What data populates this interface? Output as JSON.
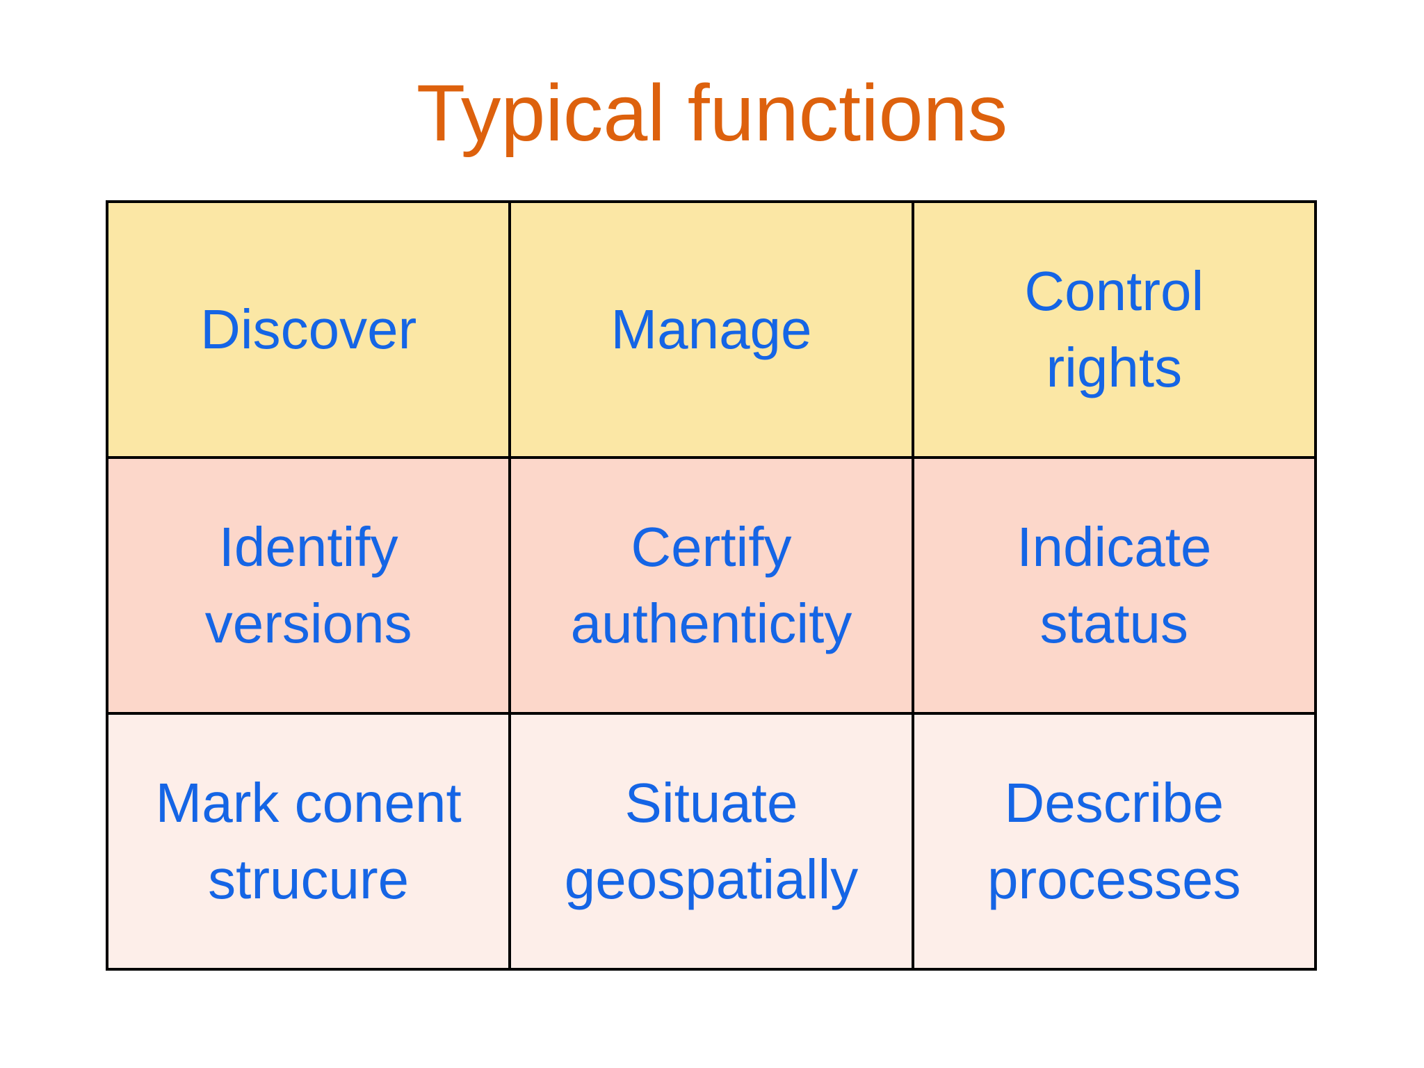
{
  "slide": {
    "title": "Typical functions",
    "title_color": "#DD610D",
    "text_color": "#1565E5",
    "border_color": "#000000",
    "background": "#FFFFFF"
  },
  "table": {
    "rows": [
      {
        "bg": "#FBE7A5",
        "cells": [
          {
            "text": "Discover"
          },
          {
            "text": "Manage"
          },
          {
            "text": "Control\nrights"
          }
        ]
      },
      {
        "bg": "#FCD7CA",
        "cells": [
          {
            "text": "Identify\nversions"
          },
          {
            "text": "Certify\nauthenticity"
          },
          {
            "text": "Indicate\nstatus"
          }
        ]
      },
      {
        "bg": "#FDEEE9",
        "cells": [
          {
            "text": "Mark conent\nstrucure"
          },
          {
            "text": "Situate\ngeospatially"
          },
          {
            "text": "Describe\nprocesses"
          }
        ]
      }
    ]
  }
}
